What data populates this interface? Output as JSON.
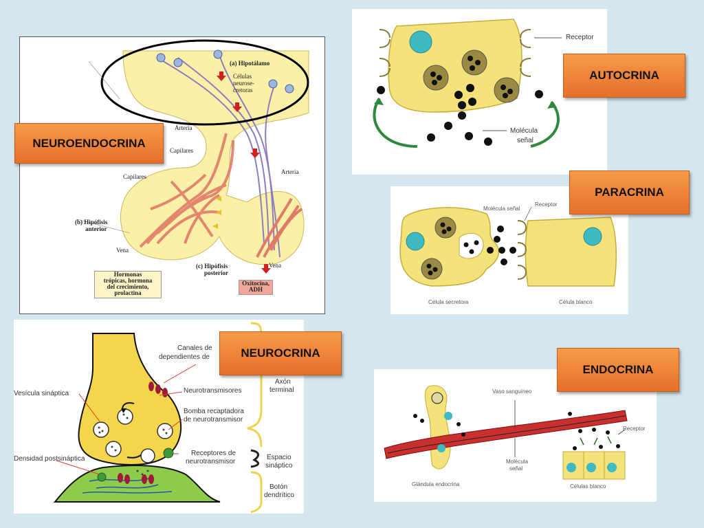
{
  "tags": {
    "neuroendocrina": "NEUROENDOCRINA",
    "autocrina": "AUTOCRINA",
    "paracrina": "PARACRINA",
    "neurocrina": "NEUROCRINA",
    "endocrina": "ENDOCRINA"
  },
  "neuroendocrine": {
    "hipotalamo": "(a) Hipotálamo",
    "celulas": [
      "Células",
      "neurose-",
      "cretoras"
    ],
    "arteria_left": "Arteria",
    "capilares_top": "Capilares",
    "capilares_mid": "Capilares",
    "arteria_right": "Arteria",
    "hipofisis_anterior": [
      "(b) Hipófisis",
      "anterior"
    ],
    "vena_left": "Vena",
    "hipofisis_posterior": [
      "(c) Hipófisis",
      "posterior"
    ],
    "vena_right": "Vena",
    "hormonas": [
      "Hormonas",
      "trópicas, hormona",
      "del crecimiento,",
      "prolactina"
    ],
    "oxitocina": [
      "Oxitocina,",
      "ADH"
    ]
  },
  "autocrine": {
    "receptor": "Receptor",
    "molecula": [
      "Molécula",
      "señal"
    ]
  },
  "paracrine": {
    "molecula": "Molécula señal",
    "receptor": "Receptor",
    "secretora": "Célula secretora",
    "blanco": "Célula blanco"
  },
  "neurocrine": {
    "canales": [
      "Canales de",
      "dependientes de"
    ],
    "neurotransmisores": "Neurotransmisores",
    "vesicula": "Vesícula sináptica",
    "axon": [
      "Axón",
      "terminal"
    ],
    "bomba": [
      "Bomba recaptadora",
      "de neurotransmisor"
    ],
    "receptores": [
      "Receptores de",
      "neurotransmisor"
    ],
    "espacio": [
      "Espacio",
      "sináptico"
    ],
    "densidad": "Densidad postsináptica",
    "boton": [
      "Botón",
      "dendrítico"
    ]
  },
  "endocrine": {
    "vaso": "Vaso sanguíneo",
    "receptor": "Receptor",
    "molecula": [
      "Molécula",
      "señal"
    ],
    "glandula": "Glándula endocrina",
    "celulas_blanco": "Células blanco"
  },
  "colors": {
    "background": "#d6e6ef",
    "tag": "#f0883c",
    "cell": "#f4e37a",
    "vessel": "#d24a2e"
  }
}
